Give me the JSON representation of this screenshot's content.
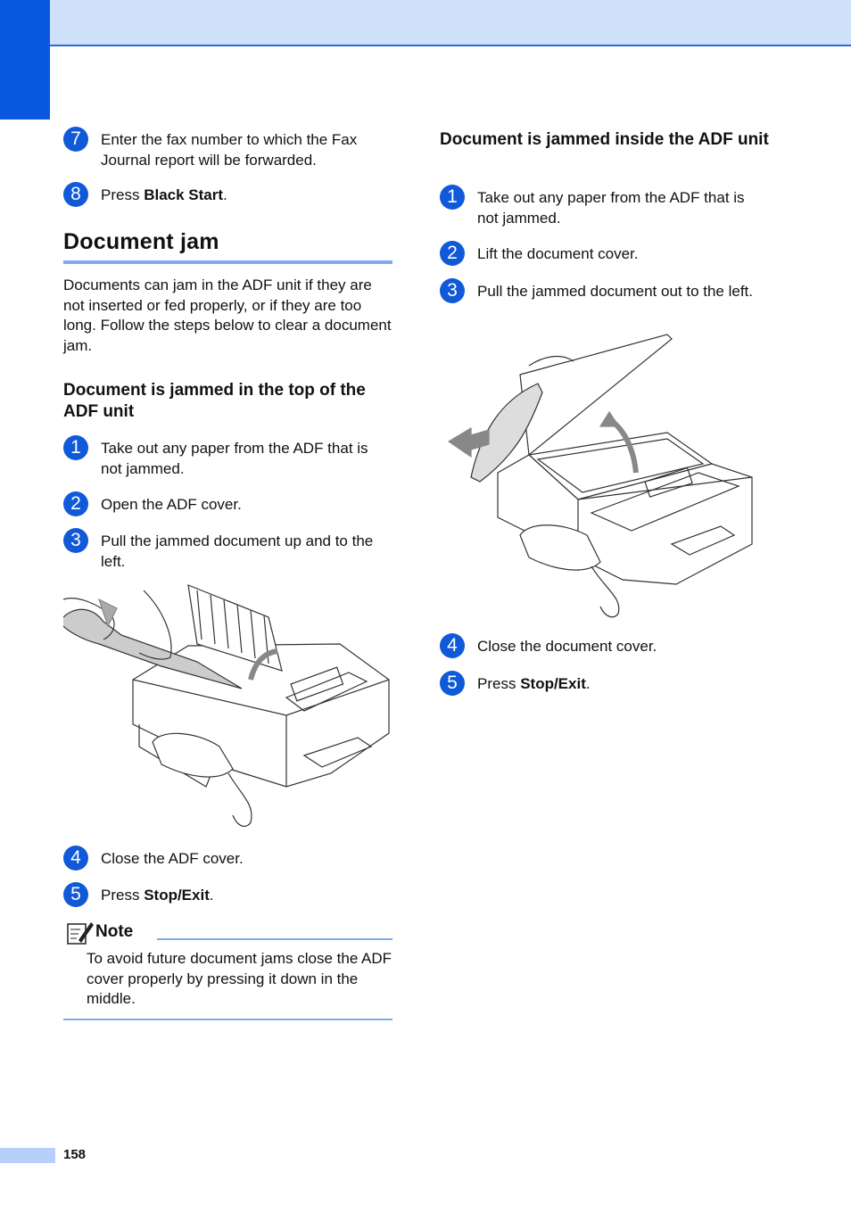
{
  "left": {
    "steps_a": [
      {
        "num": "7",
        "text": "Enter the fax number to which the Fax Journal report will be forwarded."
      },
      {
        "num": "8",
        "pre": "Press ",
        "bold": "Black Start",
        "post": "."
      }
    ],
    "heading": "Document jam",
    "intro": "Documents can jam in the ADF unit if they are not inserted or fed properly, or if they are too long. Follow the steps below to clear a document jam.",
    "subheading": "Document is jammed in the top of the ADF unit",
    "steps_b": [
      {
        "num": "1",
        "text": "Take out any paper from the ADF that is not jammed."
      },
      {
        "num": "2",
        "text": "Open the ADF cover."
      },
      {
        "num": "3",
        "text": "Pull the jammed document up and to the left."
      }
    ],
    "steps_c": [
      {
        "num": "4",
        "text": "Close the ADF cover."
      },
      {
        "num": "5",
        "pre": "Press ",
        "bold": "Stop/Exit",
        "post": "."
      }
    ],
    "note": {
      "label": "Note",
      "text": "To avoid future document jams close the ADF cover properly by pressing it down  in the middle."
    }
  },
  "right": {
    "subheading": "Document is jammed inside the ADF unit",
    "steps_a": [
      {
        "num": "1",
        "text": "Take out any paper from the ADF that is not jammed."
      },
      {
        "num": "2",
        "text": "Lift the document cover."
      },
      {
        "num": "3",
        "text": "Pull the jammed document out to the left."
      }
    ],
    "steps_b": [
      {
        "num": "4",
        "text": "Close the document cover."
      },
      {
        "num": "5",
        "pre": "Press ",
        "bold": "Stop/Exit",
        "post": "."
      }
    ]
  },
  "footer": {
    "page_number": "158"
  },
  "colors": {
    "accent": "#1059d8",
    "rule": "#7fa9ee",
    "band": "#cfe0fb"
  }
}
